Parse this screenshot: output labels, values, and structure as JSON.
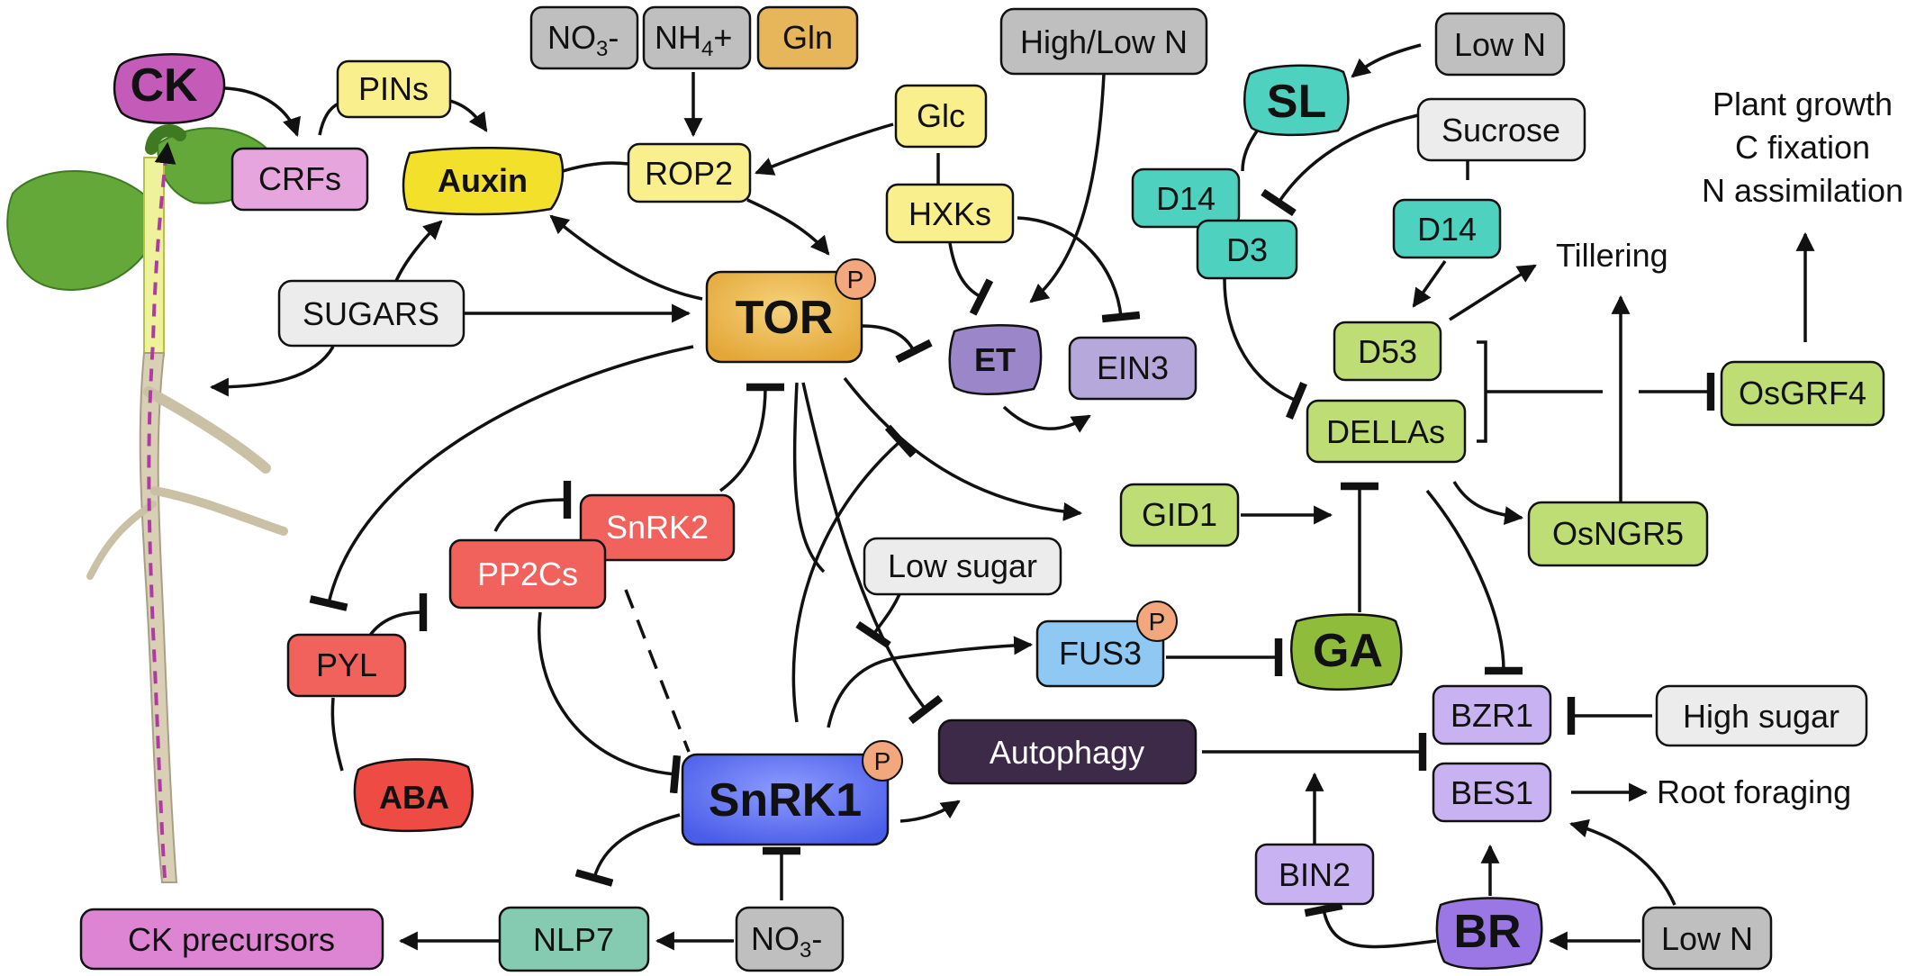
{
  "nodes": {
    "ck": "CK",
    "crfs": "CRFs",
    "pins": "PINs",
    "auxin": "Auxin",
    "no3_top": "NO",
    "no3_top_sub": "3",
    "no3_top_sup": "-",
    "nh4": "NH",
    "nh4_sub": "4",
    "nh4_sup": "+",
    "gln": "Gln",
    "rop2": "ROP2",
    "glc": "Glc",
    "hxks": "HXKs",
    "high_low_n": "High/Low N",
    "low_n_top": "Low N",
    "sl": "SL",
    "sucrose": "Sucrose",
    "d14_left": "D14",
    "d3": "D3",
    "d14_right": "D14",
    "sugars": "SUGARS",
    "tor": "TOR",
    "et": "ET",
    "ein3": "EIN3",
    "d53": "D53",
    "dellas": "DELLAs",
    "osgrf4": "OsGRF4",
    "snrk2": "SnRK2",
    "pp2cs": "PP2Cs",
    "pyl": "PYL",
    "aba": "ABA",
    "gid1": "GID1",
    "osngr5": "OsNGR5",
    "low_sugar": "Low sugar",
    "fus3": "FUS3",
    "ga": "GA",
    "snrk1": "SnRK1",
    "autophagy": "Autophagy",
    "bzr1": "BZR1",
    "bes1": "BES1",
    "high_sugar": "High sugar",
    "bin2": "BIN2",
    "br": "BR",
    "low_n_bottom": "Low N",
    "ck_precursors": "CK precursors",
    "nlp7": "NLP7",
    "no3_bottom": "NO",
    "no3_bottom_sub": "3",
    "no3_bottom_sup": "-",
    "phospho": "P"
  },
  "labels": {
    "plant_growth": "Plant growth",
    "c_fixation": "C fixation",
    "n_assimilation": "N assimilation",
    "tillering": "Tillering",
    "root_foraging": "Root foraging"
  },
  "colors": {
    "ck": "#c45bb8",
    "crfs": "#e6a5dc",
    "ck_precursors": "#dd85d3",
    "yellow_light": "#f9ef8c",
    "auxin": "#f2e02a",
    "grey": "#bfbfbf",
    "grey_light": "#ececec",
    "orange": "#e7b55a",
    "tor": "#e8b443",
    "phospho": "#f2a77d",
    "teal": "#4fd1c0",
    "lavender": "#b7a8db",
    "et": "#9a86c8",
    "lime": "#bedd75",
    "ga": "#8fbc3a",
    "red": "#f0625b",
    "aba": "#ed4b43",
    "blue_light": "#8fc8f2",
    "snrk1": "#5b6ff0",
    "autophagy": "#3d2a48",
    "purple_light": "#c9b2f2",
    "br": "#9b77e5",
    "nlp7": "#85cbb1",
    "plant_leaf": "#63a838",
    "plant_root": "#d8cfb5",
    "plant_arrow": "#b03aa4"
  }
}
